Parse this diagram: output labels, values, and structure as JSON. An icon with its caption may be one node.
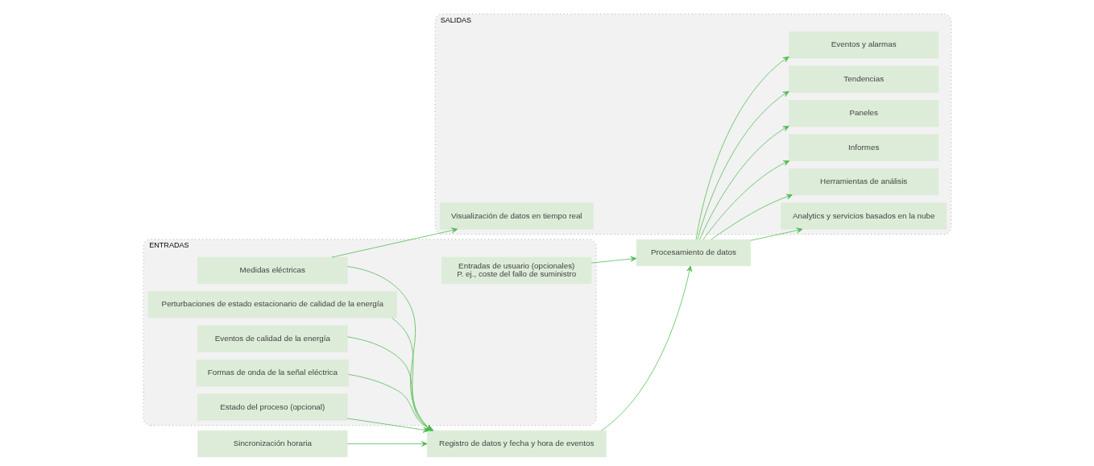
{
  "diagram": {
    "nodes": [
      {
        "text": [
          "ENTRADAS"
        ]
      },
      {
        "text": [
          "Medidas eléctricas"
        ],
        "in": 0
      },
      {
        "text": [
          "Perturbaciones de estado estacionario de calidad de la energía"
        ],
        "in": 0
      },
      {
        "text": [
          "Eventos de calidad de la energía"
        ],
        "in": 0
      },
      {
        "text": [
          "Formas de onda de la señal eléctrica"
        ],
        "in": 0
      },
      {
        "text": [
          "Estado del proceso (opcional)"
        ],
        "in": 0
      },
      {
        "text": [
          "Entradas de usuario (opcionales)",
          "P. ej., coste del fallo de suministro"
        ],
        "in": 0
      },
      {
        "text": [
          "Registro de datos y fecha y hora de eventos"
        ]
      },
      {
        "text": [
          "Sincronización horaria"
        ]
      },
      {
        "text": [
          "Procesamiento de datos"
        ]
      },
      {
        "text": [
          "SALIDAS"
        ]
      },
      {
        "text": [
          "Visualización de datos en tiempo real"
        ],
        "in": 10
      },
      {
        "text": [
          "Eventos y alarmas"
        ],
        "in": 10
      },
      {
        "text": [
          "Tendencias"
        ],
        "in": 10
      },
      {
        "text": [
          "Paneles"
        ],
        "in": 10
      },
      {
        "text": [
          "Informes"
        ],
        "in": 10
      },
      {
        "text": [
          "Herramientas de análisis"
        ],
        "in": 10
      },
      {
        "text": [
          "Analytics y servicios basados en la nube"
        ],
        "in": 10
      }
    ],
    "edges": [
      {
        "from": 1,
        "to": 11,
        "arrow": "to"
      },
      {
        "from": 1,
        "to": 7,
        "arrow": "to"
      },
      {
        "from": 2,
        "to": 7,
        "arrow": "to"
      },
      {
        "from": 3,
        "to": 7,
        "arrow": "to"
      },
      {
        "from": 4,
        "to": 7,
        "arrow": "to"
      },
      {
        "from": 5,
        "to": 7,
        "arrow": "to"
      },
      {
        "from": 8,
        "to": 7,
        "arrow": "to"
      },
      {
        "from": 7,
        "to": 9,
        "arrow": "to"
      },
      {
        "from": 6,
        "to": 9,
        "arrow": "to"
      },
      {
        "from": 9,
        "to": 12,
        "arrow": "to"
      },
      {
        "from": 9,
        "to": 13,
        "arrow": "to"
      },
      {
        "from": 9,
        "to": 14,
        "arrow": "to"
      },
      {
        "from": 9,
        "to": 15,
        "arrow": "to"
      },
      {
        "from": 9,
        "to": 16,
        "arrow": "to"
      },
      {
        "from": 9,
        "to": 17,
        "arrow": "to"
      }
    ]
  }
}
